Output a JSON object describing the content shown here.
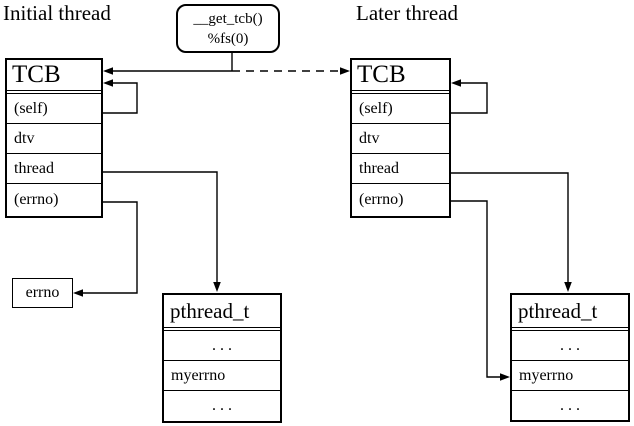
{
  "titles": {
    "initial": "Initial thread",
    "later": "Later thread"
  },
  "get_tcb_box": {
    "line1": "__get_tcb()",
    "line2": "%fs(0)"
  },
  "tcb_table": {
    "header": "TCB",
    "rows": [
      {
        "label": "(self)"
      },
      {
        "label": "dtv"
      },
      {
        "label": "thread"
      },
      {
        "label": "(errno)"
      }
    ]
  },
  "pthread_table": {
    "header": "pthread_t",
    "rows": [
      {
        "label": ". . ."
      },
      {
        "label": "myerrno"
      },
      {
        "label": ". . ."
      }
    ]
  },
  "errno_box": {
    "label": "errno"
  },
  "colors": {
    "line": "#000000",
    "background": "#ffffff",
    "text": "#000000"
  }
}
